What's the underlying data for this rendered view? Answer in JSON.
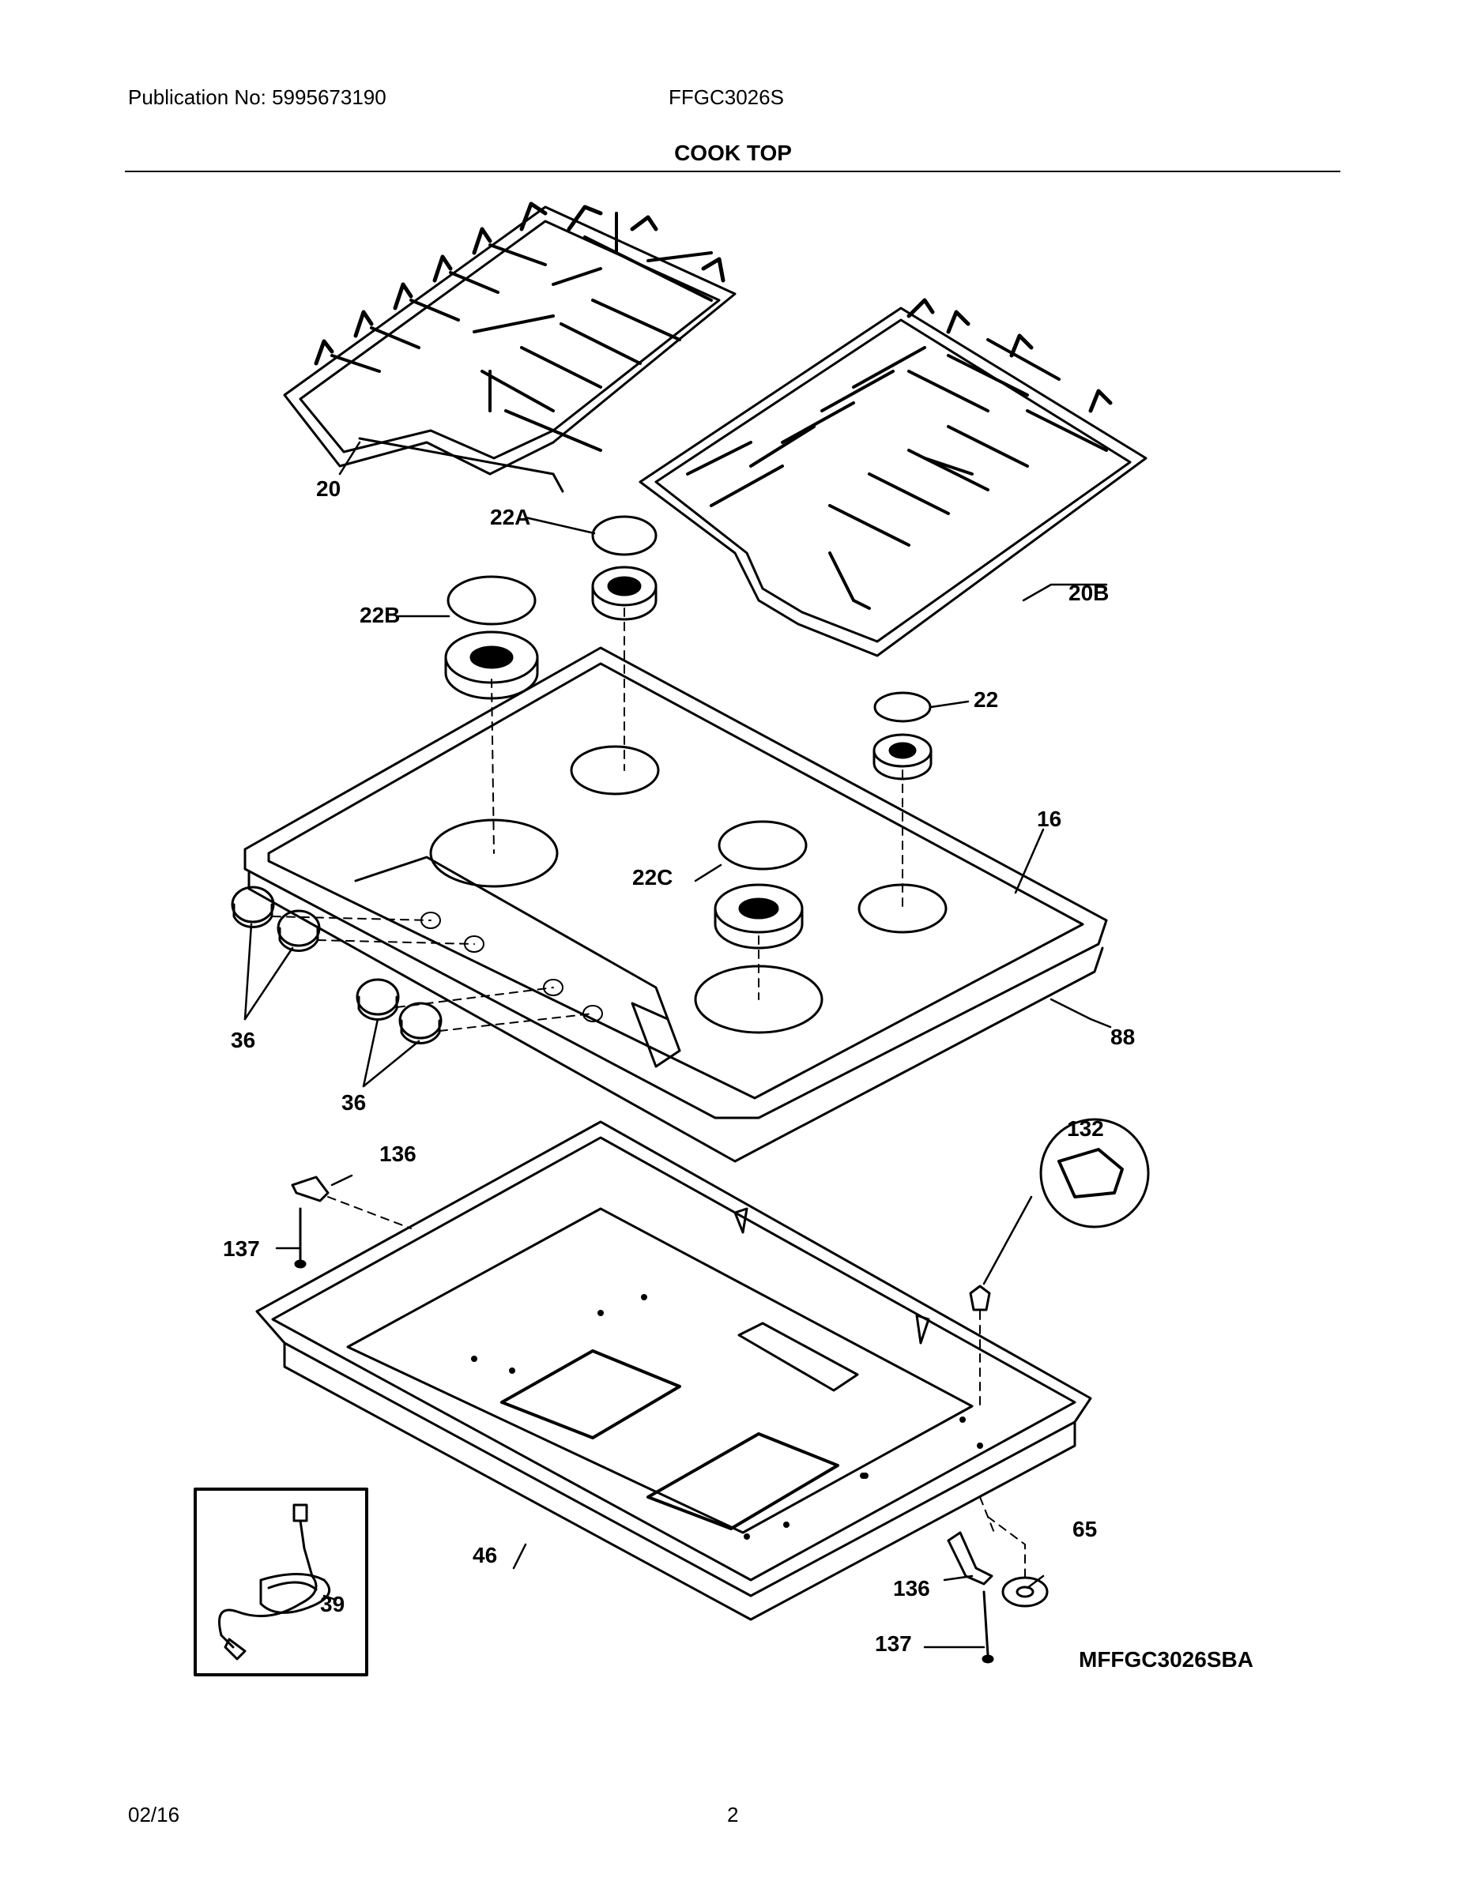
{
  "header": {
    "publication": "Publication No: 5995673190",
    "model": "FFGC3026S",
    "section_title": "COOK TOP"
  },
  "callouts": {
    "grate_left": "20",
    "grate_right": "20B",
    "cap_small_front": "22A",
    "cap_large_rear": "22B",
    "cap_right": "22",
    "cap_center": "22C",
    "cooktop_glass": "16",
    "gasket": "88",
    "knobs_left": "36",
    "knobs_right": "36",
    "bracket_left": "136",
    "screw_left": "137",
    "spark_switch": "132",
    "burner_box": "46",
    "power_cord": "39",
    "grommet": "65",
    "bracket_right": "136",
    "screw_right": "137"
  },
  "diagram_code": "MFFGC3026SBA",
  "footer": {
    "date": "02/16",
    "page": "2"
  }
}
